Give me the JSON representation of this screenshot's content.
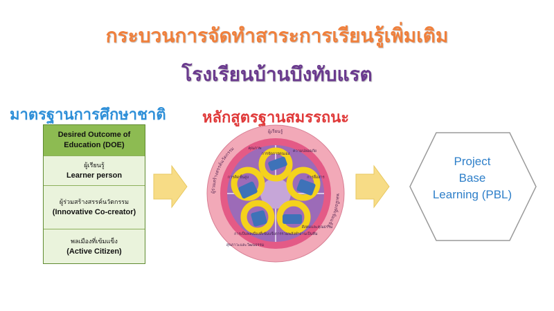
{
  "titles": {
    "main": "กระบวนการจัดทำสาระการเรียนรู้เพิ่มเติม",
    "school": "โรงเรียนบ้านบึงทับแรต"
  },
  "left": {
    "heading": "มาตรฐานการศึกษาชาติ",
    "table": {
      "header_line1": "Desired Outcome of",
      "header_line2": "Education (DOE)",
      "rows": [
        {
          "thai": "ผู้เรียนรู้",
          "english": "Learner person"
        },
        {
          "thai": "ผู้ร่วมสร้างสรรค์นวัตกรรม",
          "english": "(Innovative Co-creator)"
        },
        {
          "thai": "พลเมืองที่เข้มแข็ง",
          "english": "(Active Citizen)"
        }
      ]
    }
  },
  "center": {
    "heading": "หลักสูตรฐานสมรรถนะ",
    "wheel_labels": [
      "ผู้เรียนรู้",
      "การจัดการตนเอง",
      "การสื่อสาร",
      "การรวมพลังทำงานเป็นทีม",
      "การเป็นพลเมืองที่เข้มแข็ง",
      "การคิดขั้นสูง",
      "คุณภาพ",
      "ความปลอดภัย",
      "สังคมและคุณธรรม",
      "ผู้ร่วมสร้างสรรค์นวัตกรรม",
      "พลเมืองที่เข้มแข็ง",
      "สุขภาวะและวัฒนธรรม"
    ],
    "colors": {
      "outer_ring": "#f2a9b8",
      "middle_ring": "#e45a86",
      "inner_disc": "#9c6bb8",
      "core": "#c6a6d8",
      "rings": "#f4d21c",
      "panels": "#3e72b8"
    }
  },
  "right": {
    "pbl_line1": "Project",
    "pbl_line2": "Base",
    "pbl_line3": "Learning (PBL)"
  },
  "colors": {
    "arrow": "#f7dc86",
    "hexagon_border": "#9a9a9a",
    "table_header": "#8dbb52",
    "table_body": "#eaf3dc"
  }
}
